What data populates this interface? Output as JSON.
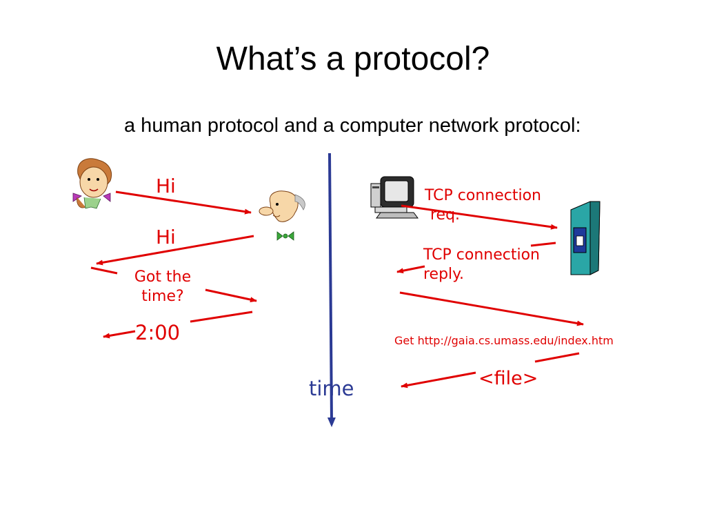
{
  "title": "What’s a protocol?",
  "subtitle": "a human protocol and a computer network protocol:",
  "timeline": {
    "label": "time"
  },
  "human": {
    "hi_1": "Hi",
    "hi_2": "Hi",
    "got_time_line1": "Got the",
    "got_time_line2": "time?",
    "answer": "2:00"
  },
  "network": {
    "tcp_req_line1": "TCP connection",
    "tcp_req_line2": "req.",
    "tcp_reply_line1": "TCP connection",
    "tcp_reply_line2": "reply.",
    "get_request": "Get http://gaia.cs.umass.edu/index.htm",
    "file": "<file>"
  },
  "colors": {
    "message": "#e00000",
    "timeline": "#2b3a94",
    "text": "#000000"
  }
}
